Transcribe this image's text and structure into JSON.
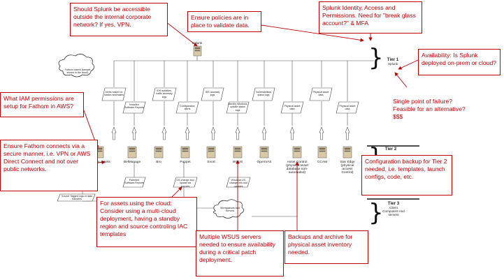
{
  "callouts": {
    "vpn": "Should Splunk be accessible outside the internal corporate network? If yes, VPN.",
    "policies": "Ensure policies are in place to validate data.",
    "identity": "Splunk Identity, Access and Permissions. Need for \"break glass account?\" & MFA",
    "availability": "Availability: Is Splunk deployed on-prem or cloud?",
    "spof": "Single point of failure? Feasible for an alternative? $$$",
    "iam": "What IAM permissions are setup for Fathom  in AWS?",
    "fathom_connect": "Ensure Fathom connects via a secure manner, i.e. VPN or AWS Direct Connect and not over public networks.",
    "config_backup": "Configuration backup for Tier 2 needed, i.e. templates, launch configs, code, etc.",
    "multicloud": "For assets using the cloud: Consider using a multi-cloud deployment, having a standby region and source controling IAC templates",
    "wsus": "Multiple WSUS servers needed to ensure availability during a critical patch deployment.",
    "backups": "Backups and archive for physical asset inventory needed."
  },
  "diagram": {
    "top_node": "Splunk",
    "cloud_top": "Fathom Insent (sample shown in the cloud)",
    "cloud_bottom": "Workstations And Servers",
    "tier1": {
      "label": "Tier 1",
      "sub": "Splunk"
    },
    "tier2": {
      "label": "Tier 2"
    },
    "tier3": {
      "label": "Tier 3",
      "sub": "Client Computers And servers"
    },
    "nodes": [
      {
        "id": "fathom",
        "label": "Fathom assets"
      },
      {
        "id": "belmanage",
        "label": "BelManage"
      },
      {
        "id": "bro",
        "label": "Bro"
      },
      {
        "id": "puppet",
        "label": "Puppet"
      },
      {
        "id": "snort",
        "label": "Snort"
      },
      {
        "id": "wsus",
        "label": "WSUS"
      },
      {
        "id": "openvas",
        "label": "OpenVAS"
      },
      {
        "id": "assetcontrol",
        "label": "Asset Control (physical asset database non-automated)"
      },
      {
        "id": "ccam",
        "label": "CCAM"
      },
      {
        "id": "staredge",
        "label": "Star Edge (physical access Control)"
      }
    ],
    "top_paras": [
      "Alerts based on station anomalies",
      "Installed Software Reports",
      "IDS activities, traffic anomaly logs",
      "Configuration alerts",
      "IDS anomaly logs",
      "Identify Windows update status logs",
      "Vulnerabilities status logs",
      "Physical asset data",
      "Physical asset data",
      "Physical asset data"
    ],
    "bottom_paras": [
      "Source Tagged logs or data transfers",
      "Patented Software Reports",
      "OS change and update via sources",
      "Windows OS change info and updates"
    ]
  }
}
